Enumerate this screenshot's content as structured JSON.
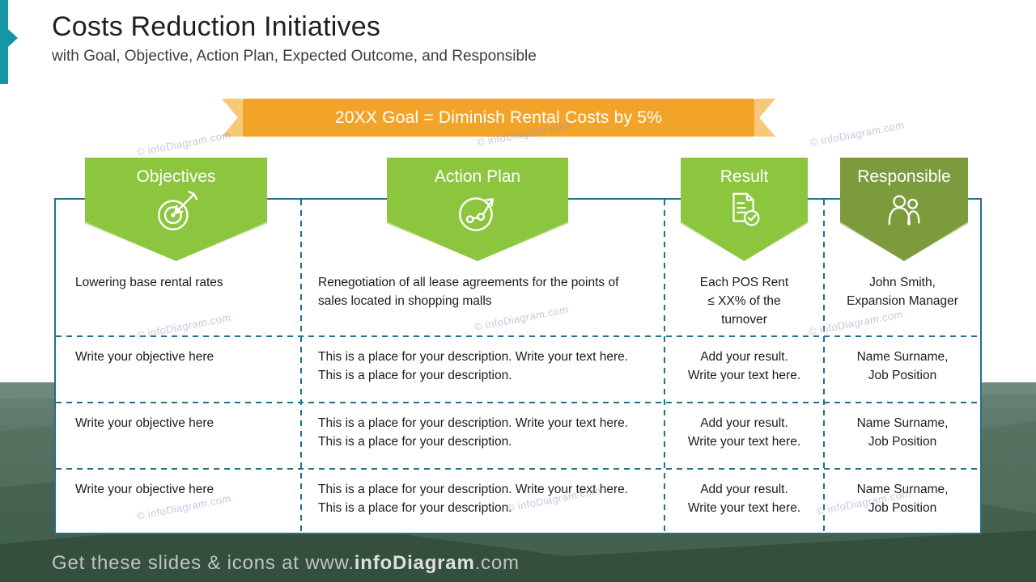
{
  "slide": {
    "title": "Costs Reduction Initiatives",
    "subtitle": "with Goal, Objective, Action Plan, Expected Outcome, and Responsible",
    "goal_banner": "20XX Goal = Diminish Rental Costs by 5%",
    "watermark": "© infoDiagram.com",
    "footer_prefix": "Get these slides & icons at www.",
    "footer_brand": "infoDiagram",
    "footer_suffix": ".com"
  },
  "table": {
    "headers": [
      {
        "label": "Objectives",
        "icon": "target-arrow-icon"
      },
      {
        "label": "Action Plan",
        "icon": "growth-chart-icon"
      },
      {
        "label": "Result",
        "icon": "document-check-icon"
      },
      {
        "label": "Responsible",
        "icon": "two-people-icon"
      }
    ],
    "rows": [
      {
        "objective": "Lowering base rental rates",
        "action_plan": "Renegotiation of all lease agreements for the points of sales located in shopping malls",
        "result": "Each POS Rent\n≤  XX% of the\nturnover",
        "responsible": "John Smith,\nExpansion Manager"
      },
      {
        "objective": "Write your objective here",
        "action_plan": "This is a place for your description. Write your text here. This is a place for your description.",
        "result": "Add your result.\nWrite your text here.",
        "responsible": "Name Surname,\nJob Position"
      },
      {
        "objective": "Write your objective here",
        "action_plan": "This is a place for your description. Write your text here. This is a place for your description.",
        "result": "Add your result.\nWrite your text here.",
        "responsible": "Name Surname,\nJob Position"
      },
      {
        "objective": "Write your objective here",
        "action_plan": "This is a place for your description. Write your text here. This is a place for your description.",
        "result": "Add your result.\nWrite your text here.",
        "responsible": "Name Surname,\nJob Position"
      }
    ]
  },
  "colors": {
    "accent_teal": "#1397A4",
    "table_border": "#20708E",
    "header_green": "#8CC63F",
    "header_green_light": "#C9E29E",
    "header_olive": "#7C9B3C",
    "header_olive_light": "#C3D198",
    "banner_orange": "#F2A429",
    "banner_orange_light": "#F6C878"
  }
}
